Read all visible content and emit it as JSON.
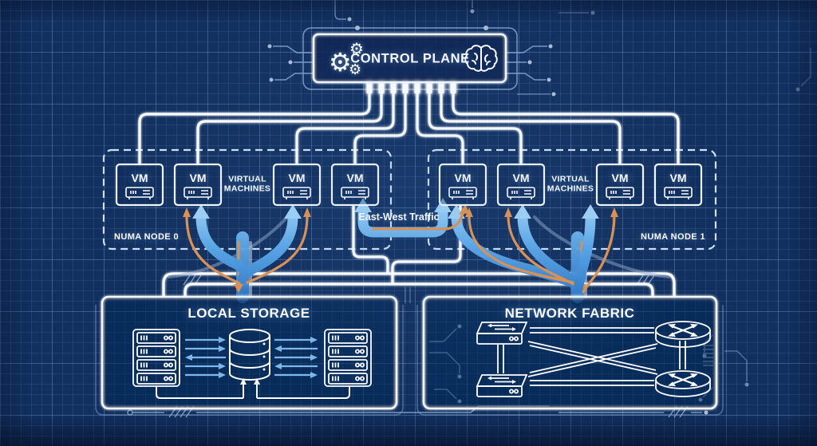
{
  "colors": {
    "background": "#12305f",
    "grid_minor": "#21416f",
    "grid_major": "#2b4e84",
    "line_white": "#ffffff",
    "dashed_border": "#cfe0f2",
    "traffic_blue": "#4f9fe0",
    "traffic_blue_light": "#9fd2f5",
    "traffic_orange": "#e0914f",
    "decor_trace": "#9db9de"
  },
  "control_plane": {
    "title": "CONTROL PLANE"
  },
  "numa_nodes": [
    {
      "label": "NUMA NODE 0",
      "group_label": "VIRTUAL MACHINES",
      "vms": [
        {
          "label": "VM"
        },
        {
          "label": "VM"
        },
        {
          "label": "VM"
        },
        {
          "label": "VM"
        }
      ]
    },
    {
      "label": "NUMA NODE 1",
      "group_label": "VIRTUAL MACHINES",
      "vms": [
        {
          "label": "VM"
        },
        {
          "label": "VM"
        },
        {
          "label": "VM"
        },
        {
          "label": "VM"
        }
      ]
    }
  ],
  "east_west": {
    "label": "East-West Traffic"
  },
  "storage": {
    "title": "LOCAL STORAGE"
  },
  "fabric": {
    "title": "NETWORK FABRIC"
  },
  "icons": {
    "gear_glyph": "⚙",
    "gears": "gears-icon",
    "brain": "brain-icon",
    "vm_server": "server-icon",
    "rack": "server-rack-icon",
    "database": "database-cylinder-icon",
    "switch": "network-switch-icon",
    "router": "router-icon"
  }
}
